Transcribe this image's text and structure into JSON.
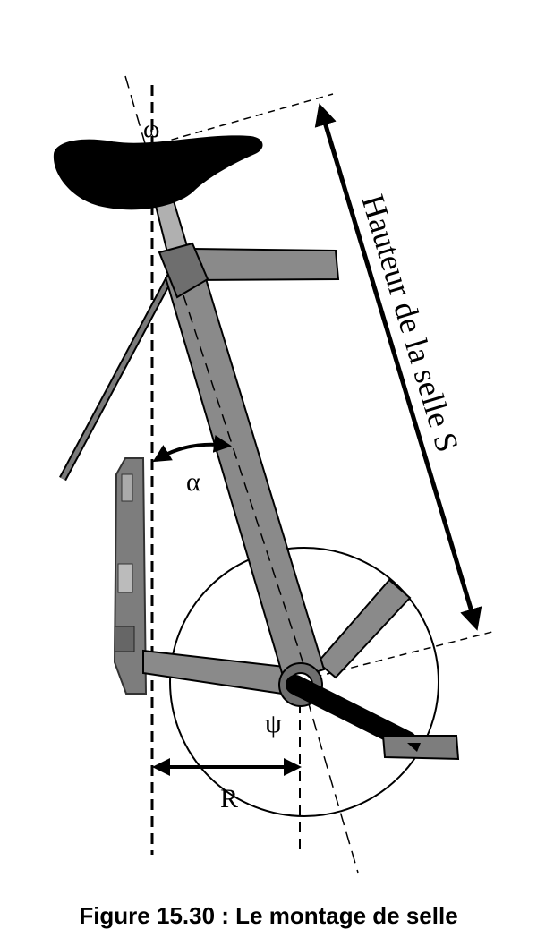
{
  "labels": {
    "omega": "ω",
    "alpha": "α",
    "psi": "ψ",
    "radius": "R",
    "saddle_height": "Hauteur de la selle S"
  },
  "caption": "Figure 15.30 : Le montage de selle",
  "colors": {
    "ink": "#000000",
    "frame_tube": "#8a8a8a",
    "frame_dark": "#5e5e5e",
    "level_body": "#7d7d7d"
  }
}
